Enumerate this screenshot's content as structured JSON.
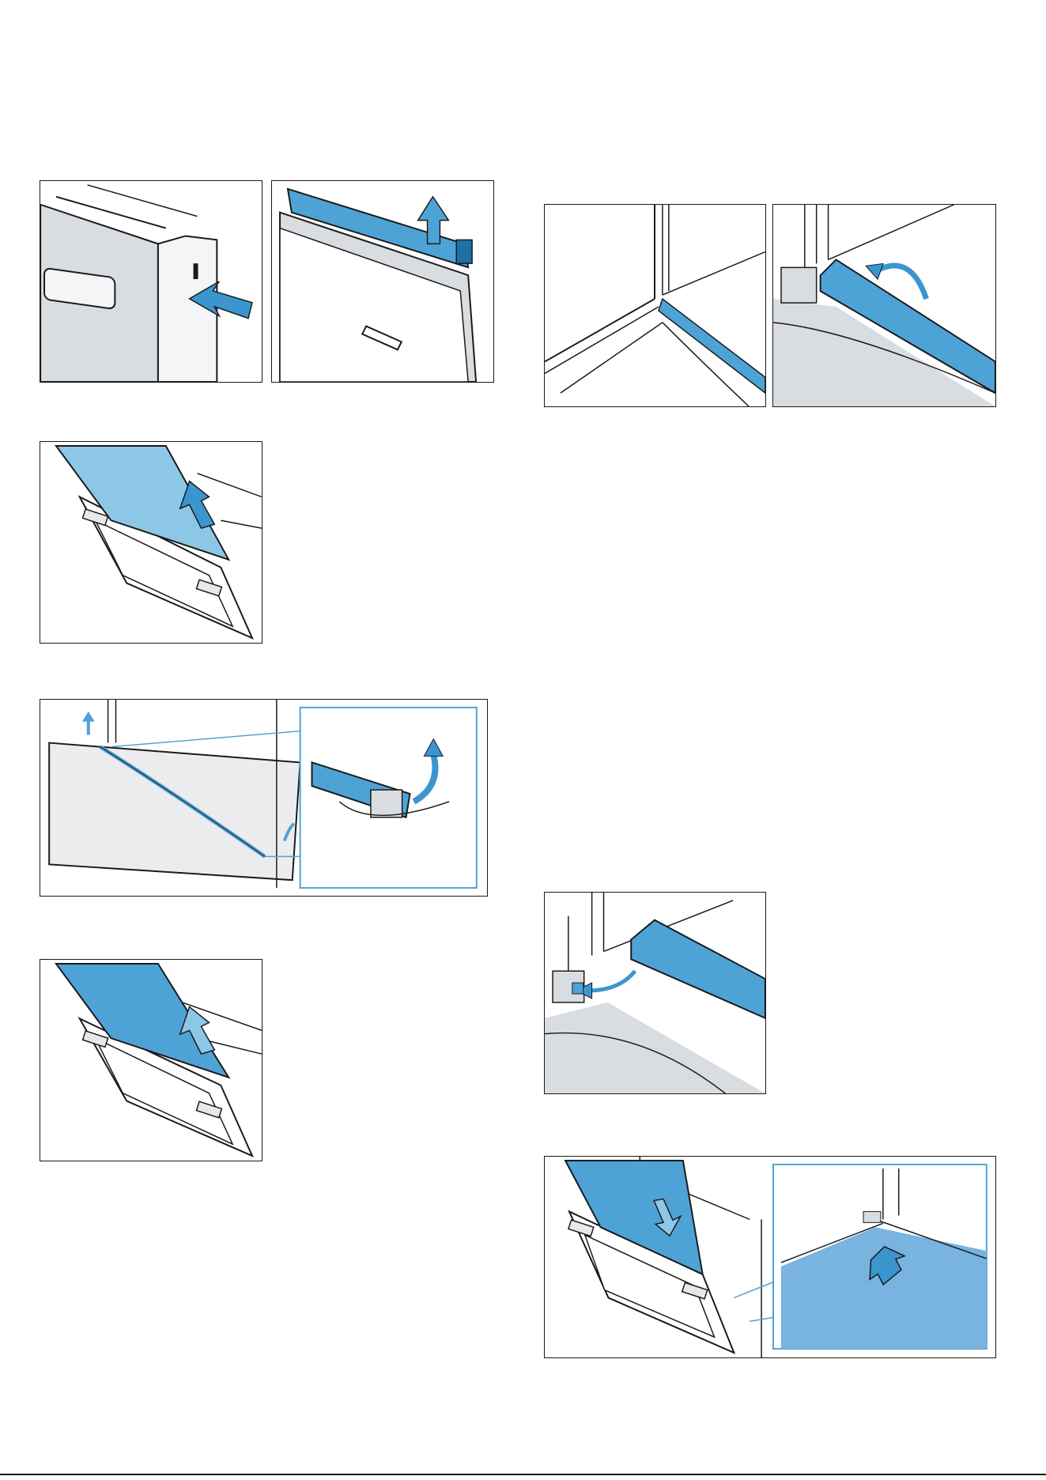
{
  "page": {
    "footer_text": "",
    "colors": {
      "accent_blue": "#4ea3d6",
      "dark_blue": "#1f6fa8",
      "glass_blue": "#8cc7e8",
      "outline": "#1a1a1a",
      "panel_grey": "#d9dce0"
    }
  },
  "figures": [
    {
      "id": "fig-cover-release",
      "icon": "push-arrow-icon"
    },
    {
      "id": "fig-cover-lift",
      "icon": "up-arrow-icon"
    },
    {
      "id": "fig-glass-pane-remove",
      "icon": "up-arrow-icon"
    },
    {
      "id": "fig-seal-remove-detail",
      "icon": "curved-up-arrow-icon"
    },
    {
      "id": "fig-inner-pane-remove",
      "icon": "up-arrow-icon"
    },
    {
      "id": "fig-seal-corner",
      "icon": "seal-icon"
    },
    {
      "id": "fig-seal-flip",
      "icon": "curved-arrow-icon"
    },
    {
      "id": "fig-seal-attach",
      "icon": "curved-arrow-icon"
    },
    {
      "id": "fig-pane-insert-detail",
      "icon": "down-arrow-icon"
    }
  ]
}
